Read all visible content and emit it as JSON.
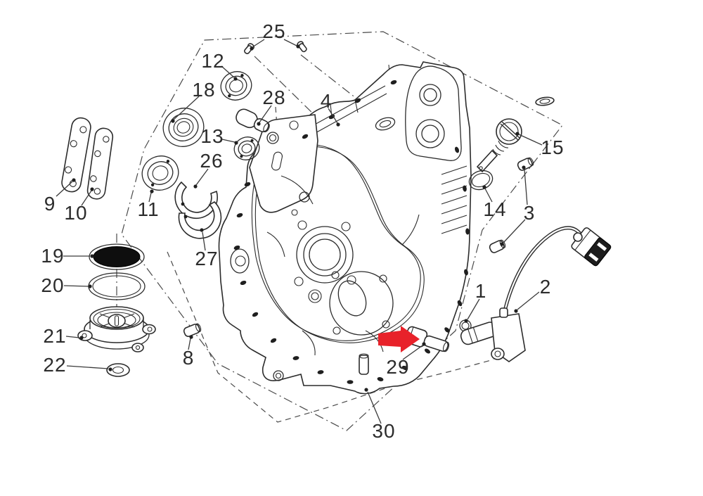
{
  "figure": {
    "type": "exploded-parts-diagram",
    "subject": "engine crankcase assembly",
    "background_color": "#ffffff",
    "line_color": "#2b2b2b",
    "highlight_color": "#e8222a",
    "strainer_fill": "#0e0e0e"
  },
  "highlight": {
    "target_part": "29",
    "marker": "red-arrow-right"
  },
  "callouts": {
    "p1": {
      "number": "1"
    },
    "p2": {
      "number": "2"
    },
    "p3": {
      "number": "3"
    },
    "p4": {
      "number": "4"
    },
    "p8": {
      "number": "8"
    },
    "p9": {
      "number": "9"
    },
    "p10": {
      "number": "10"
    },
    "p11": {
      "number": "11"
    },
    "p12": {
      "number": "12"
    },
    "p13": {
      "number": "13"
    },
    "p14": {
      "number": "14"
    },
    "p15": {
      "number": "15"
    },
    "p18": {
      "number": "18"
    },
    "p19": {
      "number": "19"
    },
    "p20": {
      "number": "20"
    },
    "p21": {
      "number": "21"
    },
    "p22": {
      "number": "22"
    },
    "p25": {
      "number": "25"
    },
    "p26": {
      "number": "26"
    },
    "p27": {
      "number": "27"
    },
    "p28": {
      "number": "28"
    },
    "p29": {
      "number": "29"
    },
    "p30": {
      "number": "30"
    }
  }
}
